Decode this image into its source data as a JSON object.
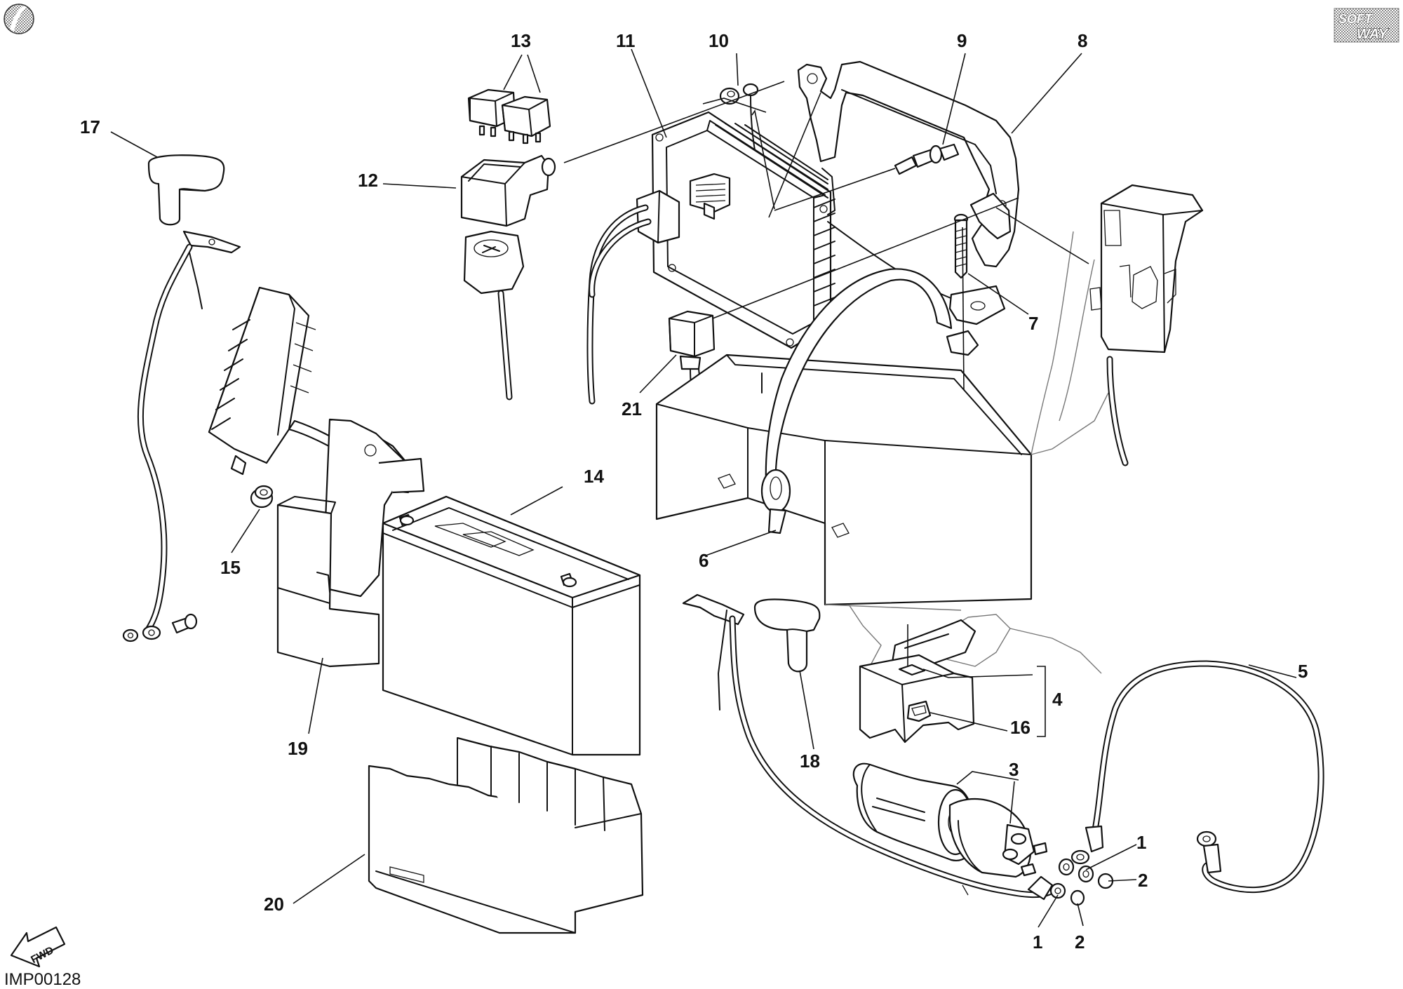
{
  "diagram": {
    "code": "IMP00128",
    "logo": {
      "top": "SOFT",
      "bottom": "WAY"
    },
    "fwd_label": "FWD",
    "callouts": [
      {
        "id": "c1a",
        "text": "1"
      },
      {
        "id": "c1b",
        "text": "1"
      },
      {
        "id": "c2a",
        "text": "2"
      },
      {
        "id": "c2b",
        "text": "2"
      },
      {
        "id": "c3",
        "text": "3"
      },
      {
        "id": "c4",
        "text": "4"
      },
      {
        "id": "c5",
        "text": "5"
      },
      {
        "id": "c6",
        "text": "6"
      },
      {
        "id": "c7",
        "text": "7"
      },
      {
        "id": "c8",
        "text": "8"
      },
      {
        "id": "c9",
        "text": "9"
      },
      {
        "id": "c10",
        "text": "10"
      },
      {
        "id": "c11",
        "text": "11"
      },
      {
        "id": "c12",
        "text": "12"
      },
      {
        "id": "c13",
        "text": "13"
      },
      {
        "id": "c14",
        "text": "14"
      },
      {
        "id": "c15",
        "text": "15"
      },
      {
        "id": "c16",
        "text": "16"
      },
      {
        "id": "c17",
        "text": "17"
      },
      {
        "id": "c18",
        "text": "18"
      },
      {
        "id": "c19",
        "text": "19"
      },
      {
        "id": "c20",
        "text": "20"
      },
      {
        "id": "c21",
        "text": "21"
      }
    ]
  }
}
